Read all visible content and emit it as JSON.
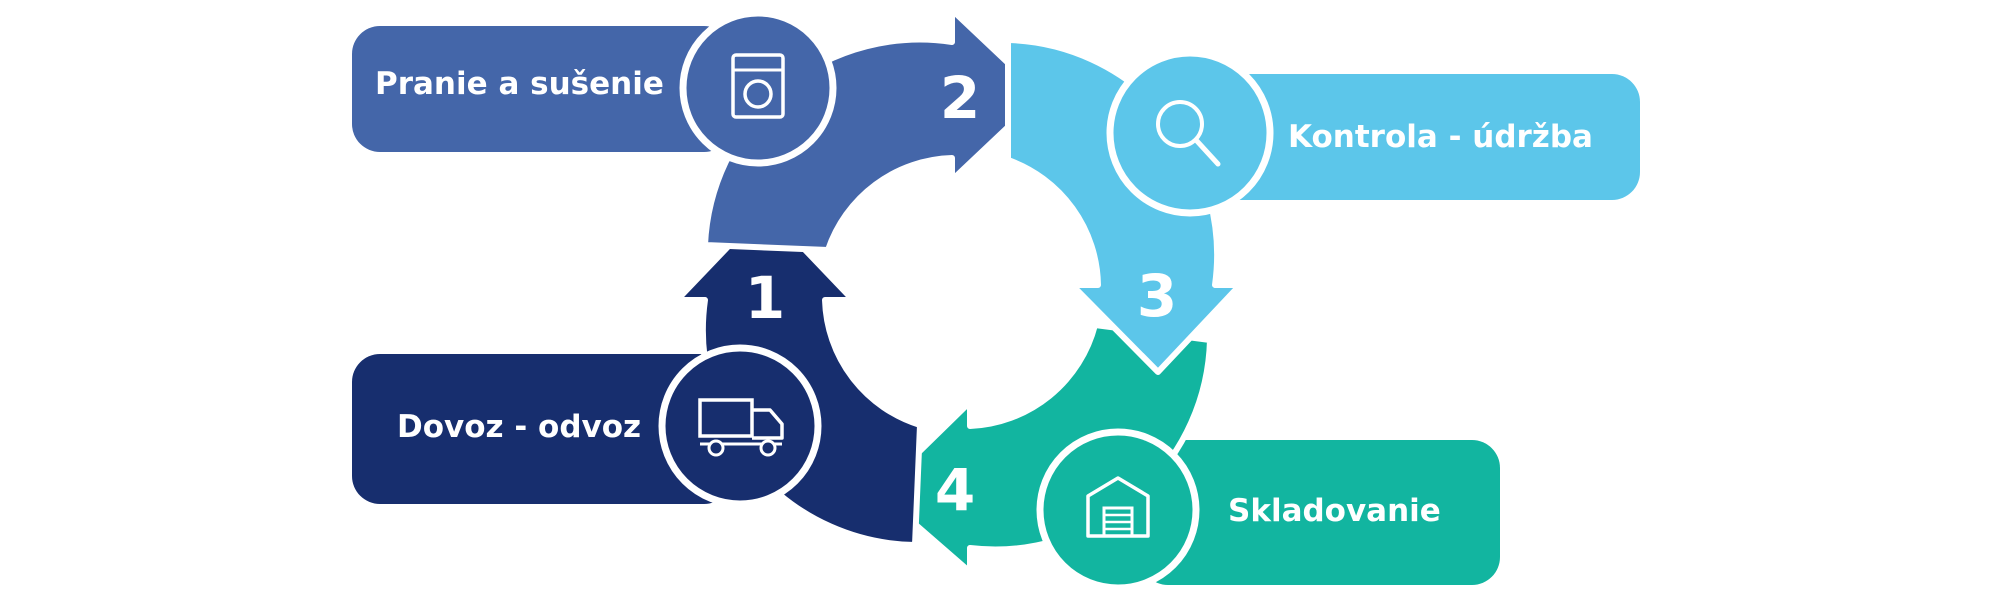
{
  "colors": {
    "step1": "#172E6E",
    "step2": "#4466A9",
    "step3": "#5CC6EA",
    "step4": "#12B5A0",
    "outline": "#ffffff"
  },
  "steps": [
    {
      "number": "1",
      "label": "Dovoz - odvoz",
      "icon": "truck-icon"
    },
    {
      "number": "2",
      "label": "Pranie a sušenie",
      "icon": "washing-machine-icon"
    },
    {
      "number": "3",
      "label": "Kontrola - údržba",
      "icon": "magnifier-icon"
    },
    {
      "number": "4",
      "label": "Skladovanie",
      "icon": "warehouse-icon"
    }
  ]
}
